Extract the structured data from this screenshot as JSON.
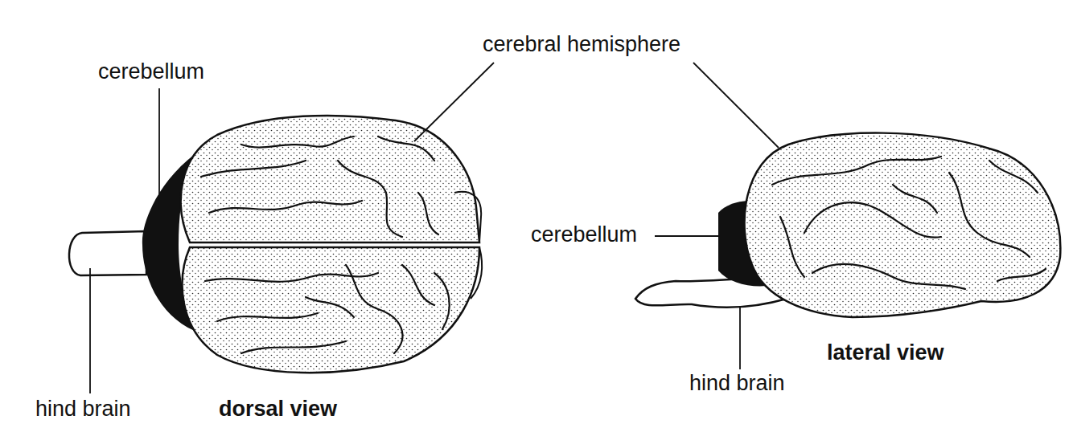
{
  "diagram": {
    "labels": [
      "cerebellum",
      "cerebral hemisphere",
      "cerebellum",
      "hind brain",
      "dorsal view",
      "lateral view",
      "hind brain"
    ]
  }
}
